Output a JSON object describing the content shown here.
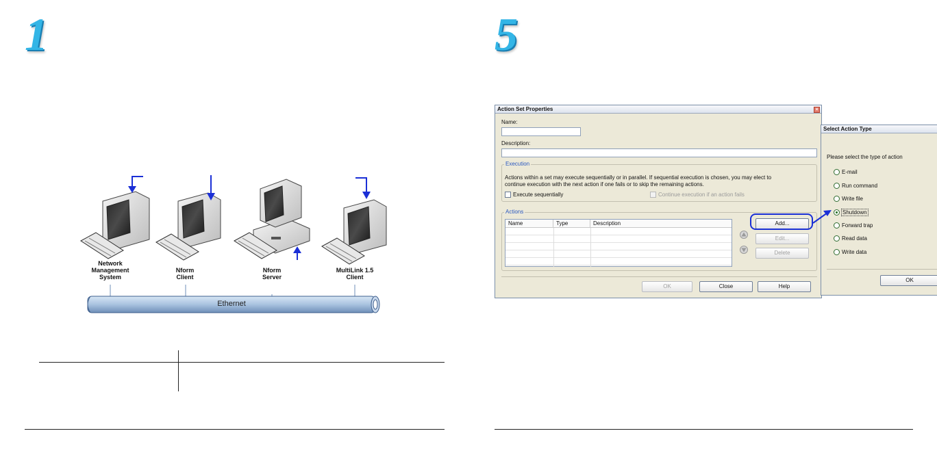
{
  "left_page": {
    "step_number": "1",
    "diagram": {
      "nodes": [
        {
          "label_line1": "Network",
          "label_line2": "Management",
          "label_line3": "System"
        },
        {
          "label_line1": "Nform",
          "label_line2": "Client",
          "label_line3": ""
        },
        {
          "label_line1": "Nform",
          "label_line2": "Server",
          "label_line3": ""
        },
        {
          "label_line1": "MultiLink 1.5",
          "label_line2": "Client",
          "label_line3": ""
        }
      ],
      "bus_label": "Ethernet"
    }
  },
  "right_page": {
    "step_number": "5",
    "action_set_dialog": {
      "title": "Action Set Properties",
      "name_label": "Name:",
      "name_value": "",
      "description_label": "Description:",
      "description_value": "",
      "execution_group": "Execution",
      "execution_text_line1": "Actions within a set may execute sequentially or in parallel. If sequential execution is chosen, you may elect to",
      "execution_text_line2": "continue execution with the next action if one fails or to skip the remaining actions.",
      "execute_sequentially_label": "Execute sequentially",
      "continue_on_fail_label": "Continue execution if an action fails",
      "actions_group": "Actions",
      "columns": [
        "Name",
        "Type",
        "Description"
      ],
      "add_label": "Add...",
      "edit_label": "Edit...",
      "delete_label": "Delete",
      "ok_label": "OK",
      "close_label": "Close",
      "help_label": "Help"
    },
    "select_action_dialog": {
      "title": "Select Action Type",
      "prompt": "Please select the type of action",
      "options": [
        "E-mail",
        "Run command",
        "Write file",
        "Shutdown",
        "Forward trap",
        "Read data",
        "Write data"
      ],
      "selected_option": "Shutdown",
      "ok_label": "OK"
    },
    "colors": {
      "highlight": "#1a2fd6",
      "accent_blue": "#33b5e6"
    }
  }
}
